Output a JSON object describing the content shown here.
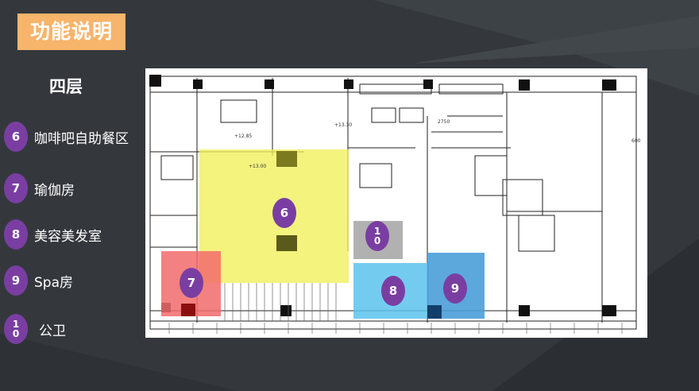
{
  "slide": {
    "title": "功能说明",
    "floor": "四层",
    "colors": {
      "background": "#34383d",
      "title_box": "#f7b46b",
      "badge": "#7a3ea3",
      "zone_cafe": "#f0ef5a",
      "zone_yoga": "#f26b6b",
      "zone_beauty": "#5bc3ec",
      "zone_spa": "#4a9fd8",
      "zone_toilet": "#9e9e9e"
    }
  },
  "legend": [
    {
      "num": "6",
      "label": "咖啡吧自助餐区",
      "icon": "number-badge"
    },
    {
      "num": "7",
      "label": "瑜伽房",
      "icon": "number-badge"
    },
    {
      "num": "8",
      "label": "美容美发室",
      "icon": "number-badge"
    },
    {
      "num": "9",
      "label": "Spa房",
      "icon": "number-badge"
    },
    {
      "num_top": "1",
      "num_bottom": "0",
      "label": "公卫",
      "icon": "number-badge"
    }
  ],
  "plan": {
    "markers": {
      "m6": "6",
      "m7": "7",
      "m8": "8",
      "m9": "9",
      "m10_top": "1",
      "m10_bottom": "0"
    },
    "annotations": {
      "dim_2750": "2750",
      "dim_600": "600",
      "level_1": "+13.30",
      "level_2": "+12.85",
      "level_3": "+13.00"
    }
  }
}
